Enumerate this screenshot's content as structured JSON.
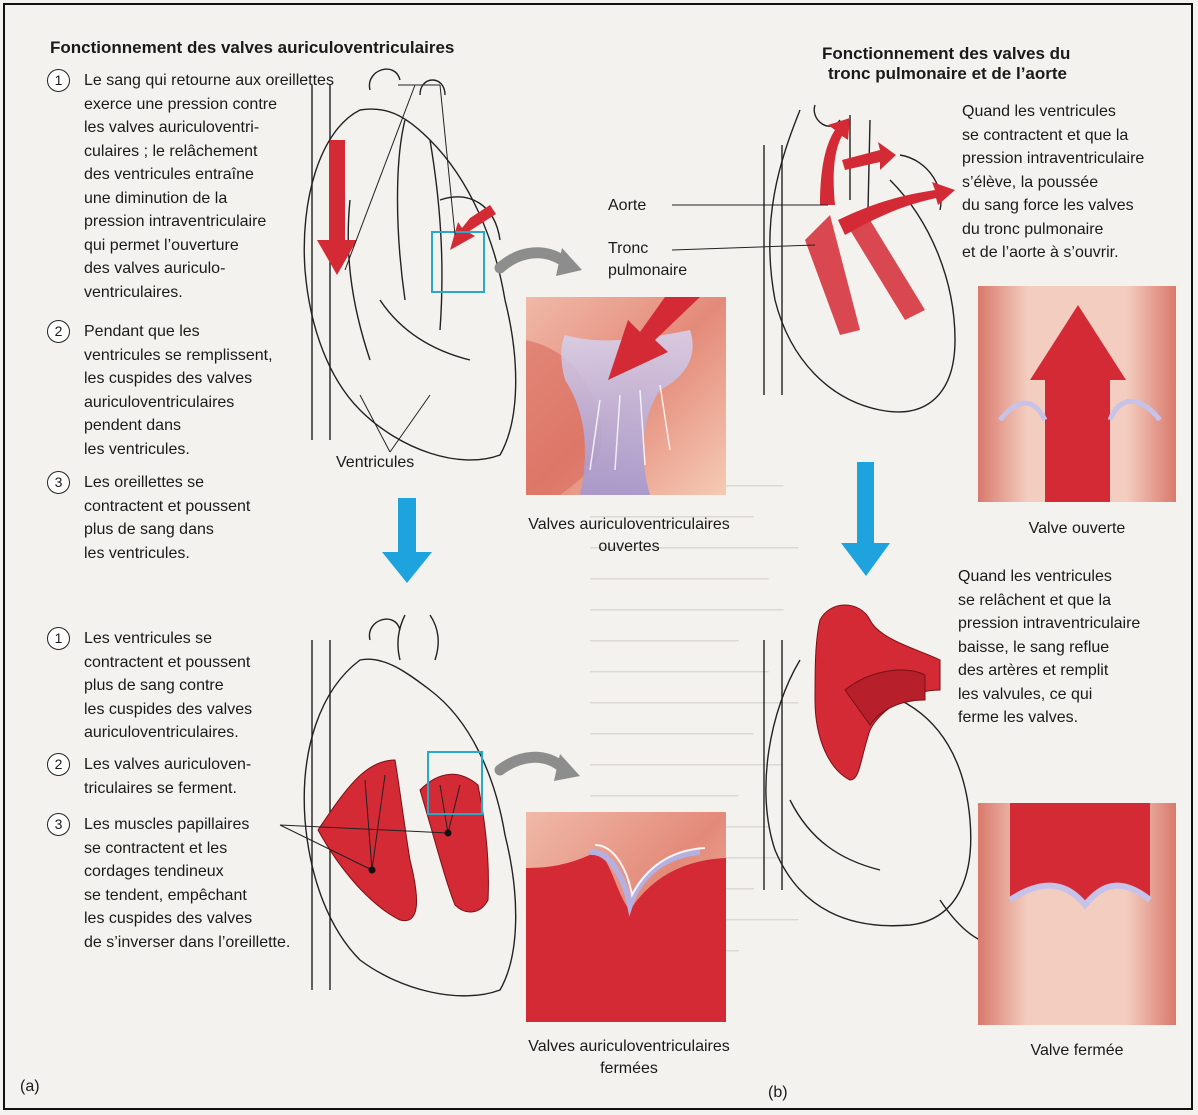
{
  "left": {
    "title": "Fonctionnement des valves auriculoventriculaires",
    "top_steps": [
      {
        "n": "1",
        "lines": [
          "Le sang qui retourne aux oreillettes",
          "exerce une pression contre",
          "les valves auriculoventri-",
          "culaires ; le relâchement",
          "des ventricules entraîne",
          "une diminution de la",
          "pression intraventriculaire",
          "qui permet l’ouverture",
          "des valves auriculo-",
          "ventriculaires."
        ]
      },
      {
        "n": "2",
        "lines": [
          "Pendant que les",
          "ventricules se remplissent,",
          "les cuspides des valves",
          "auriculoventriculaires",
          "pendent dans",
          "les ventricules."
        ]
      },
      {
        "n": "3",
        "lines": [
          "Les oreillettes se",
          "contractent et poussent",
          "plus de sang dans",
          "les ventricules."
        ]
      }
    ],
    "bottom_steps": [
      {
        "n": "1",
        "lines": [
          "Les ventricules se",
          "contractent et poussent",
          "plus de sang contre",
          "les cuspides des valves",
          "auriculoventriculaires."
        ]
      },
      {
        "n": "2",
        "lines": [
          "Les valves auriculoven-",
          "triculaires se ferment."
        ]
      },
      {
        "n": "3",
        "lines": [
          "Les muscles papillaires",
          "se contractent et les",
          "cordages tendineux",
          "se tendent, empêchant",
          "les cuspides des valves",
          "de s’inverser dans l’oreillette."
        ]
      }
    ],
    "ventricules_label": "Ventricules",
    "caption_open": [
      "Valves auriculoventriculaires",
      "ouvertes"
    ],
    "caption_closed": [
      "Valves auriculoventriculaires",
      "fermées"
    ],
    "panel_letter": "(a)"
  },
  "right": {
    "title": [
      "Fonctionnement des valves du",
      "tronc pulmonaire et de l’aorte"
    ],
    "text_top": [
      "Quand les ventricules",
      "se contractent et que la",
      "pression intraventriculaire",
      "s’élève, la poussée",
      "du sang force les valves",
      "du tronc pulmonaire",
      "et de l’aorte à s’ouvrir."
    ],
    "label_aorte": "Aorte",
    "label_tronc": [
      "Tronc",
      "pulmonaire"
    ],
    "caption_open": "Valve ouverte",
    "text_bottom": [
      "Quand les ventricules",
      "se relâchent et que la",
      "pression intraventriculaire",
      "baisse, le sang reflue",
      "des artères et remplit",
      "les valvules, ce qui",
      "ferme les valves."
    ],
    "caption_closed": "Valve fermée",
    "panel_letter": "(b)"
  },
  "colors": {
    "blood_red": "#d42a35",
    "arrow_blue": "#1fa3de",
    "highlight_box": "#2aa8c8",
    "valve_lilac": "#b9b3df"
  }
}
